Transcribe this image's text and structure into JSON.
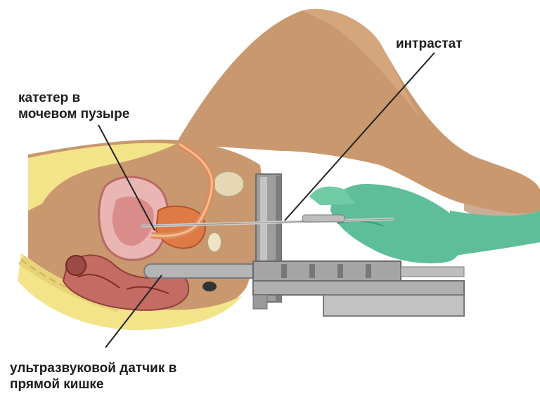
{
  "labels": {
    "intrastat": "интрастат",
    "catheter": [
      "катетер в",
      "мочевом пузыре"
    ],
    "probe": [
      "ультразвуковой датчик в",
      "прямой кишке"
    ]
  },
  "colors": {
    "skin": "#c9986e",
    "skin_shadow": "#a8764e",
    "fat_layer": "#f3e48a",
    "bladder": "#d98c8a",
    "prostate": "#e07a45",
    "rectum": "#b85a55",
    "glove": "#5fbe9a",
    "instrument": "#a9a9a9",
    "line": "#222222"
  }
}
